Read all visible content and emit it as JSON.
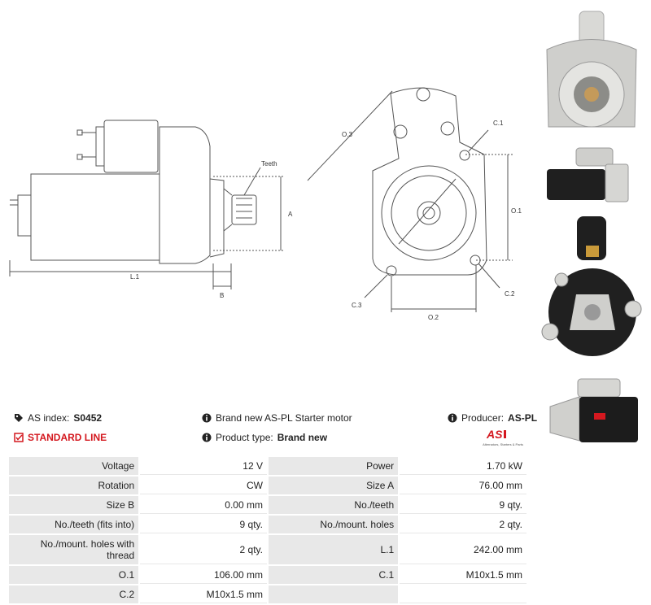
{
  "drawing": {
    "side_view": {
      "teeth_label": "Teeth",
      "a_label": "A",
      "b_label": "B",
      "l1_label": "L.1"
    },
    "front_view": {
      "o3_label": "O.3",
      "c1_label": "C.1",
      "o1_label": "O.1",
      "c2_label": "C.2",
      "c3_label": "C.3",
      "o2_label": "O.2"
    }
  },
  "header": {
    "as_index_label": "AS index:",
    "as_index_value": "S0452",
    "standard_line": "STANDARD LINE",
    "description": "Brand new AS-PL Starter motor",
    "product_type_label": "Product type:",
    "product_type_value": "Brand new",
    "producer_label": "Producer:",
    "producer_value": "AS-PL",
    "logo_text": "AS",
    "logo_tagline": "Alternators, Starters & Parts"
  },
  "colors": {
    "brand_red": "#d4181f",
    "key_bg": "#e8e8e8"
  },
  "specs": [
    {
      "k1": "Voltage",
      "v1": "12 V",
      "k2": "Power",
      "v2": "1.70 kW"
    },
    {
      "k1": "Rotation",
      "v1": "CW",
      "k2": "Size A",
      "v2": "76.00 mm"
    },
    {
      "k1": "Size B",
      "v1": "0.00 mm",
      "k2": "No./teeth",
      "v2": "9 qty."
    },
    {
      "k1": "No./teeth (fits into)",
      "v1": "9 qty.",
      "k2": "No./mount. holes",
      "v2": "2 qty."
    },
    {
      "k1": "No./mount. holes with thread",
      "v1": "2 qty.",
      "k2": "L.1",
      "v2": "242.00 mm"
    },
    {
      "k1": "O.1",
      "v1": "106.00 mm",
      "k2": "C.1",
      "v2": "M10x1.5 mm"
    },
    {
      "k1": "C.2",
      "v1": "M10x1.5 mm",
      "k2": "",
      "v2": ""
    }
  ]
}
